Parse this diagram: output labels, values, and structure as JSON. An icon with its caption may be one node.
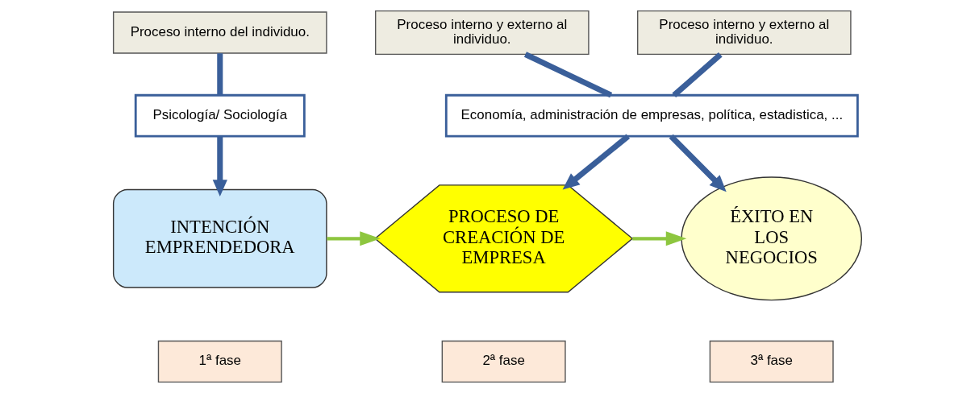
{
  "diagram": {
    "nodes": [
      {
        "text": [
          "Proceso interno del individuo."
        ]
      },
      {
        "text": [
          "Psicología/ Sociología"
        ]
      },
      {
        "text": [
          "Proceso interno y externo al individuo."
        ]
      },
      {
        "text": [
          "Proceso interno y externo al individuo."
        ]
      },
      {
        "text": [
          "Economía, administración de empresas, política, estadistica, ..."
        ]
      },
      {
        "text": [
          "INTENCIÓN EMPRENDEDORA"
        ]
      },
      {
        "text": [
          "PROCESO DE CREACIÓN DE EMPRESA"
        ]
      },
      {
        "text": [
          "ÉXITO EN LOS NEGOCIOS"
        ]
      },
      {
        "text": [
          "1ª fase"
        ]
      },
      {
        "text": [
          "2ª fase"
        ]
      },
      {
        "text": [
          "3ª fase"
        ]
      }
    ],
    "edges": [
      {
        "from": 0,
        "to": 1,
        "arrow": "none"
      },
      {
        "from": 1,
        "to": 5,
        "arrow": "to"
      },
      {
        "from": 2,
        "to": 4,
        "arrow": "none"
      },
      {
        "from": 4,
        "to": 6,
        "arrow": "to"
      },
      {
        "from": 3,
        "to": 4,
        "arrow": "none"
      },
      {
        "from": 4,
        "to": 7,
        "arrow": "to"
      },
      {
        "from": 5,
        "to": 6,
        "arrow": "to",
        "color": "#8dc63f"
      },
      {
        "from": 6,
        "to": 7,
        "arrow": "to",
        "color": "#8dc63f"
      }
    ]
  }
}
